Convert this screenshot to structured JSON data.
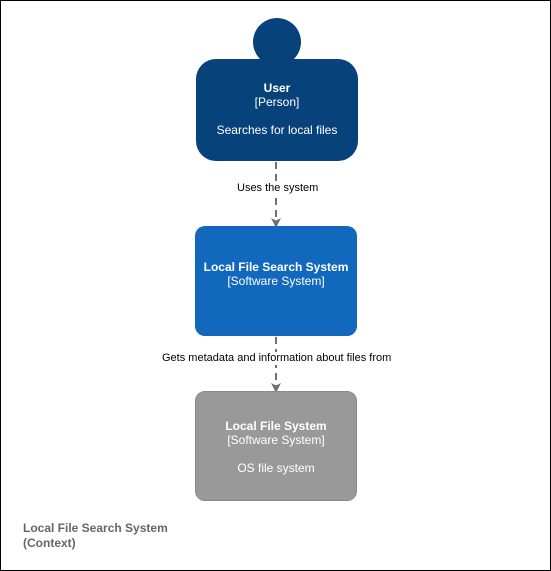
{
  "colors": {
    "person": "#08427b",
    "software_system": "#1168bd",
    "external_system": "#999999",
    "arrow": "#707070",
    "legend_text": "#666666"
  },
  "nodes": {
    "user": {
      "title": "User",
      "kind": "[Person]",
      "description": "Searches for local files"
    },
    "search_system": {
      "title": "Local File Search System",
      "kind": "[Software System]"
    },
    "file_system": {
      "title": "Local File System",
      "kind": "[Software System]",
      "description": "OS file system"
    }
  },
  "relationships": [
    {
      "from": "user",
      "to": "search_system",
      "label": "Uses the system"
    },
    {
      "from": "search_system",
      "to": "file_system",
      "label": "Gets metadata and information about files from"
    }
  ],
  "legend": {
    "title": "Local File Search System",
    "subtitle": "(Context)"
  }
}
